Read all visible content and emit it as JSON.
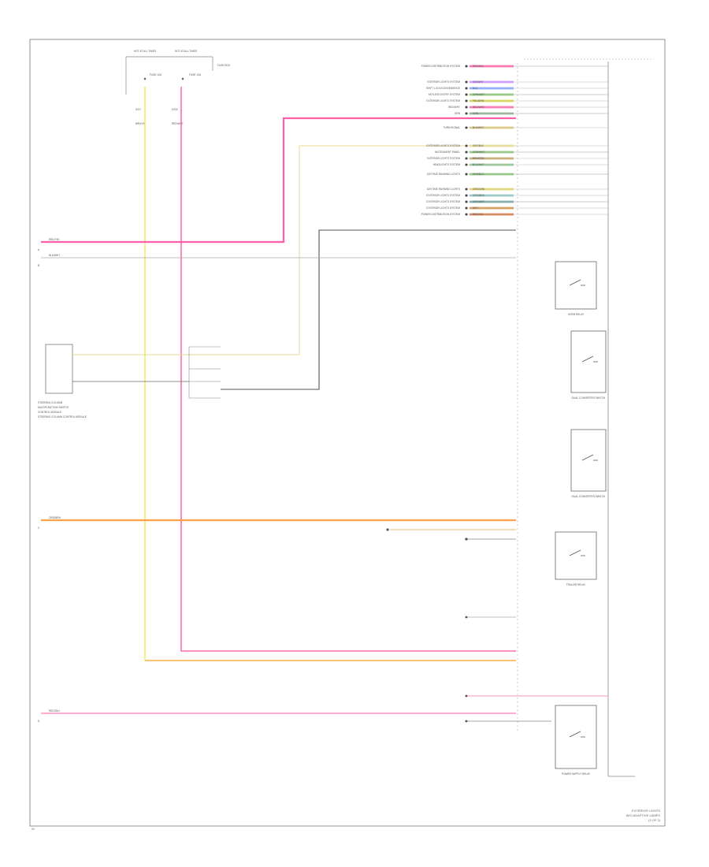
{
  "colors": {
    "pink": "#ff5fa8",
    "yellow": "#eeee66",
    "orange": "#ffa04a",
    "gray_wire": "#555555",
    "thin_wire": "#999999",
    "frame": "#777777"
  },
  "top_labels": {
    "fuse_left": "HOT AT ALL TIMES",
    "fuse_right": "HOT AT ALL TIMES",
    "fuse_left_sub": "FUSE 10A",
    "fuse_right_sub": "FUSE 10A",
    "fuse_note": "FUSE BOX",
    "wire_left_a": "S217",
    "wire_left_b": "BRN/YEL",
    "wire_right_a": "S218",
    "wire_right_b": "RED/WHT"
  },
  "left_wires": [
    {
      "label": "RED/YEL",
      "marker": "A"
    },
    {
      "label": "BLK/WHT",
      "marker": "B"
    },
    {
      "label": "ORG/BRN",
      "marker": "C"
    },
    {
      "label": "RED/BLU",
      "marker": "D"
    }
  ],
  "right_connectors": [
    {
      "system": "POWER DISTRIBUTION SYSTEM",
      "color": "RED/BLU"
    },
    {
      "system": "INTERIOR LIGHTS SYSTEM",
      "color": "VIO/WHT"
    },
    {
      "system": "SHIFT LOCK/CONVENIENCE",
      "color": "BLU"
    },
    {
      "system": "KEYLESS ENTRY SYSTEM",
      "color": "GRN/WHT"
    },
    {
      "system": "EXTERIOR LIGHTS SYSTEM",
      "color": "YEL/GRN"
    },
    {
      "system": "RED/WHT",
      "color": "RED/WHT"
    },
    {
      "system": "GRN",
      "color": "GRN"
    },
    {
      "system": "TURN SIGNAL",
      "color": "BLK/WHT"
    },
    {
      "system": "EXTERIOR LIGHTS SYSTEM",
      "color": "GRY/BLK"
    },
    {
      "system": "INSTRUMENT PANEL",
      "color": "GRN/WHT"
    },
    {
      "system": "INTERIOR LIGHTS SYSTEM",
      "color": "BRN/GRN"
    },
    {
      "system": "HEADLIGHTS SYSTEM",
      "color": "BLU/WHT"
    },
    {
      "system": "DAYTIME RUNNING LIGHTS",
      "color": "GRN/BLU"
    },
    {
      "system": "DAYTIME RUNNING LIGHTS",
      "color": "ORG/GRN"
    },
    {
      "system": "EXTERIOR LIGHTS SYSTEM",
      "color": "ORG/BRN"
    },
    {
      "system": "EXTERIOR LIGHTS SYSTEM",
      "color": "GRY/WHT"
    },
    {
      "system": "EXTERIOR LIGHTS SYSTEM",
      "color": "WHT"
    },
    {
      "system": "POWER DISTRIBUTION SYSTEM",
      "color": "RED/YEL"
    }
  ],
  "module": {
    "name": "STEERING COLUMN CONTROL MODULE",
    "line1": "STEERING COLUMN",
    "line2": "MULTIFUNCTION SWITCH",
    "line3": "CONTROL MODULE"
  },
  "relays": [
    {
      "name": "HORN RELAY"
    },
    {
      "name": "DUAL CONVERTER SWITCH"
    },
    {
      "name": "DUAL CONVERTER SWITCH"
    },
    {
      "name": "TRAILER RELAY"
    },
    {
      "name": "POWER SUPPLY RELAY"
    }
  ],
  "footer": {
    "page": "W",
    "caption_line1": "EXTERIOR LIGHTS",
    "caption_line2": "W/O ADAPTIVE LAMPS",
    "caption_line3": "(2 OF 2)"
  }
}
